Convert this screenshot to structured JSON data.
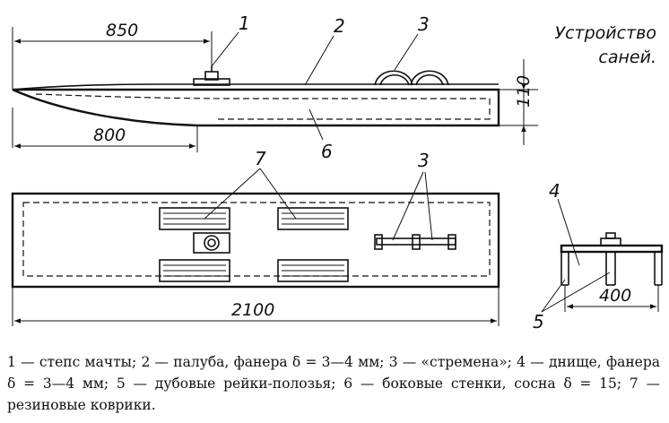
{
  "title_lines": [
    "Устройство",
    "саней."
  ],
  "dimensions": {
    "deck_length": "850",
    "bottom_length": "800",
    "height": "110",
    "total_length": "2100",
    "runner_spacing": "400"
  },
  "callouts": {
    "mast_step": "1",
    "deck": "2",
    "stirrups_side": "3",
    "stirrups_top": "3",
    "bottom": "4",
    "runners": "5",
    "side_wall": "6",
    "mats": "7"
  },
  "caption": "1 — степс мачты; 2 — палуба, фанера δ = 3—4 мм; 3 — «стремена»; 4 — днище, фанера δ = 3—4 мм; 5 — дубовые рейки-полозья; 6 — боковые стенки, сосна δ = 15; 7 — резиновые коврики."
}
